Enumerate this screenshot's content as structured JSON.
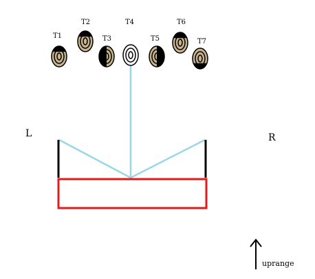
{
  "title": "",
  "targets": [
    {
      "label": "T1",
      "shade": "top"
    },
    {
      "label": "T2",
      "shade": "top"
    },
    {
      "label": "T3",
      "shade": "left"
    },
    {
      "label": "T4",
      "shade": "none"
    },
    {
      "label": "T5",
      "shade": "right"
    },
    {
      "label": "T6",
      "shade": "top"
    },
    {
      "label": "T7",
      "shade": "bottom"
    }
  ],
  "side_labels": {
    "left": "L",
    "right": "R"
  },
  "arrow": {
    "label": "uprange"
  },
  "colors": {
    "target_fill": "#c8b48c",
    "target_dark": "#000000",
    "target_highlight_fill": "#ffffff",
    "sight_line": "#99d6e6",
    "post": "#000000",
    "platform": "#e31b1b"
  }
}
